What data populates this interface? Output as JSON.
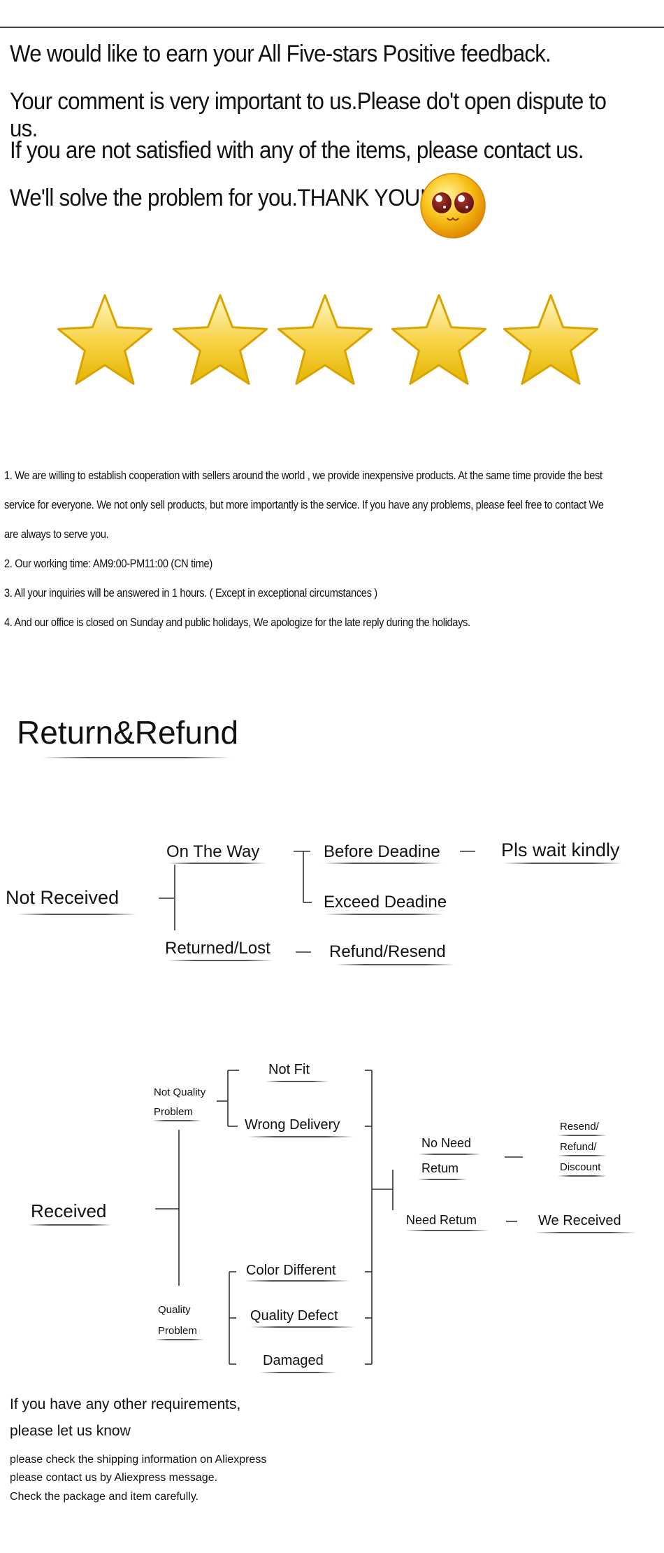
{
  "intro": {
    "line1": "We would like to earn your All Five-stars Positive feedback.",
    "line2": "Your comment is very important to us.Please do't open dispute to us.",
    "line3": "If you are not satisfied with any of the items, please contact us.",
    "line4": "We'll solve the problem for you.THANK YOU!",
    "emoji": "blushing-smiley-icon"
  },
  "rating": {
    "stars": 5,
    "max": 5,
    "star_color": "#F5C518"
  },
  "info": {
    "line1": "1. We are willing to establish cooperation with sellers around the world , we provide inexpensive products. At the same time provide the best",
    "line2": "service for everyone. We not only sell products, but more importantly is the service. If you have any problems, please feel free to contact We",
    "line3": "are always to serve you.",
    "line4": "2. Our working time: AM9:00-PM11:00 (CN time)",
    "line5": "3. All your inquiries will be answered in 1 hours. ( Except in exceptional circumstances )",
    "line6": "4. And our office is closed on Sunday and public holidays, We apologize for the late reply during the holidays."
  },
  "return_refund": {
    "title": "Return&Refund",
    "not_received": {
      "root": "Not    Received",
      "on_the_way": "On The Way",
      "before_deadline": "Before Deadine",
      "pls_wait": "Pls wait kindly",
      "exceed_deadline": "Exceed Deadine",
      "returned_lost": "Returned/Lost",
      "refund_resend": "Refund/Resend"
    },
    "received": {
      "root": "Received",
      "not_quality_1": "Not Quality",
      "not_quality_2": "Problem",
      "not_fit": "Not Fit",
      "wrong_delivery": "Wrong Delivery",
      "quality_1": "Quality",
      "quality_2": "Problem",
      "color_different": "Color Different",
      "quality_defect": "Quality Defect",
      "damaged": "Damaged",
      "no_need_1": "No Need",
      "no_need_2": "Retum",
      "resend": "Resend/",
      "refund": "Refund/",
      "discount": "Discount",
      "need_return": "Need Retum",
      "we_received": "We Received"
    }
  },
  "footer": {
    "big1": "If you have any other requirements,",
    "big2": " please let us know",
    "small1": "please check the shipping information on Aliexpress",
    "small2": "please contact us by Aliexpress message.",
    "small3": "Check the package and item carefully."
  }
}
